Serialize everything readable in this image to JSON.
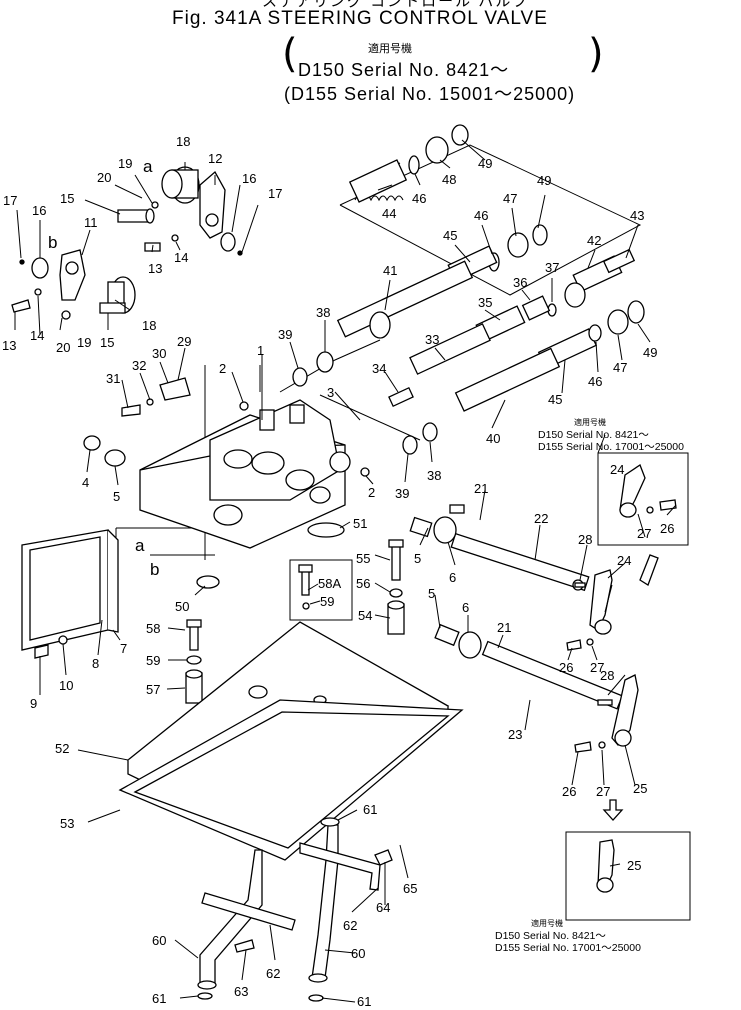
{
  "header": {
    "jp_title": "ステアリング コントロール バルブ",
    "title": "Fig. 341A  STEERING  CONTROL  VALVE",
    "jp_applicable": "適用号機",
    "serial_line_1": "D150  Serial  No.  8421～",
    "serial_line_2": "(D155  Serial  No.  15001～25000)"
  },
  "notes": [
    {
      "jp": "適用号機",
      "line_1": "D150  Serial No.  8421～",
      "line_2": "D155  Serial No.  17001～25000"
    },
    {
      "jp": "適用号機",
      "line_1": "D150  Serial No.  8421～",
      "line_2": "D155  Serial No.  17001～25000"
    }
  ],
  "callouts": [
    {
      "label": "18"
    },
    {
      "label": "a"
    },
    {
      "label": "12"
    },
    {
      "label": "19"
    },
    {
      "label": "20"
    },
    {
      "label": "16"
    },
    {
      "label": "17"
    },
    {
      "label": "15"
    },
    {
      "label": "17"
    },
    {
      "label": "16"
    },
    {
      "label": "11"
    },
    {
      "label": "b"
    },
    {
      "label": "13"
    },
    {
      "label": "14"
    },
    {
      "label": "13"
    },
    {
      "label": "14"
    },
    {
      "label": "20"
    },
    {
      "label": "19"
    },
    {
      "label": "15"
    },
    {
      "label": "18"
    },
    {
      "label": "49"
    },
    {
      "label": "48"
    },
    {
      "label": "44"
    },
    {
      "label": "46"
    },
    {
      "label": "49"
    },
    {
      "label": "47"
    },
    {
      "label": "46"
    },
    {
      "label": "45"
    },
    {
      "label": "43"
    },
    {
      "label": "42"
    },
    {
      "label": "41"
    },
    {
      "label": "37"
    },
    {
      "label": "36"
    },
    {
      "label": "35"
    },
    {
      "label": "38"
    },
    {
      "label": "39"
    },
    {
      "label": "33"
    },
    {
      "label": "49"
    },
    {
      "label": "47"
    },
    {
      "label": "46"
    },
    {
      "label": "45"
    },
    {
      "label": "34"
    },
    {
      "label": "40"
    },
    {
      "label": "3"
    },
    {
      "label": "1"
    },
    {
      "label": "2"
    },
    {
      "label": "29"
    },
    {
      "label": "30"
    },
    {
      "label": "32"
    },
    {
      "label": "31"
    },
    {
      "label": "38"
    },
    {
      "label": "39"
    },
    {
      "label": "2"
    },
    {
      "label": "4"
    },
    {
      "label": "5"
    },
    {
      "label": "51"
    },
    {
      "label": "a"
    },
    {
      "label": "b"
    },
    {
      "label": "21"
    },
    {
      "label": "22"
    },
    {
      "label": "28"
    },
    {
      "label": "24"
    },
    {
      "label": "27"
    },
    {
      "label": "26"
    },
    {
      "label": "55"
    },
    {
      "label": "5"
    },
    {
      "label": "6"
    },
    {
      "label": "58A"
    },
    {
      "label": "59"
    },
    {
      "label": "56"
    },
    {
      "label": "50"
    },
    {
      "label": "54"
    },
    {
      "label": "5"
    },
    {
      "label": "6"
    },
    {
      "label": "24"
    },
    {
      "label": "7"
    },
    {
      "label": "8"
    },
    {
      "label": "9"
    },
    {
      "label": "10"
    },
    {
      "label": "58"
    },
    {
      "label": "59"
    },
    {
      "label": "57"
    },
    {
      "label": "21"
    },
    {
      "label": "26"
    },
    {
      "label": "27"
    },
    {
      "label": "28"
    },
    {
      "label": "23"
    },
    {
      "label": "52"
    },
    {
      "label": "26"
    },
    {
      "label": "27"
    },
    {
      "label": "25"
    },
    {
      "label": "53"
    },
    {
      "label": "61"
    },
    {
      "label": "65"
    },
    {
      "label": "64"
    },
    {
      "label": "62"
    },
    {
      "label": "60"
    },
    {
      "label": "60"
    },
    {
      "label": "62"
    },
    {
      "label": "63"
    },
    {
      "label": "61"
    },
    {
      "label": "61"
    },
    {
      "label": "25"
    }
  ]
}
